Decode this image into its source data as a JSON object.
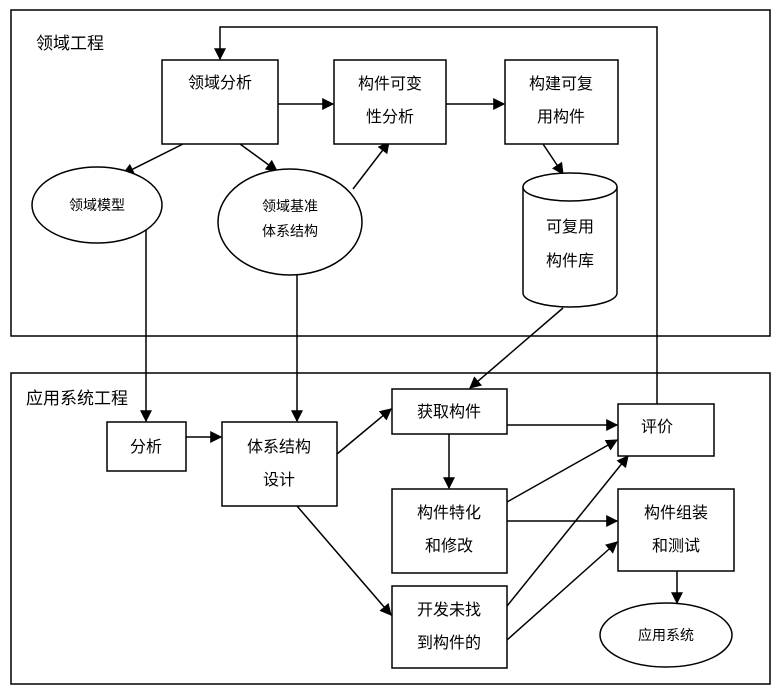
{
  "sections": {
    "domain": {
      "title": "领域工程"
    },
    "application": {
      "title": "应用系统工程"
    }
  },
  "nodes": {
    "domain_analysis": {
      "lines": [
        "领域分析"
      ]
    },
    "variability": {
      "lines": [
        "构件可变",
        "性分析"
      ]
    },
    "build_reusable": {
      "lines": [
        "构建可复",
        "用构件"
      ]
    },
    "domain_model": {
      "lines": [
        "领域模型"
      ]
    },
    "reference_arch": {
      "lines": [
        "领域基准",
        "体系结构"
      ]
    },
    "component_repo": {
      "lines": [
        "可复用",
        "构件库"
      ]
    },
    "analysis": {
      "lines": [
        "分析"
      ]
    },
    "arch_design": {
      "lines": [
        "体系结构",
        "设计"
      ]
    },
    "acquire": {
      "lines": [
        "获取构件"
      ]
    },
    "specialize": {
      "lines": [
        "构件特化",
        "和修改"
      ]
    },
    "develop": {
      "lines": [
        "开发未找",
        "到构件的"
      ]
    },
    "evaluate": {
      "lines": [
        "评价"
      ]
    },
    "assemble": {
      "lines": [
        "构件组装",
        "和测试"
      ]
    },
    "app_system": {
      "lines": [
        "应用系统"
      ]
    }
  },
  "edges": [
    [
      "domain_analysis",
      "variability"
    ],
    [
      "variability",
      "build_reusable"
    ],
    [
      "domain_analysis",
      "domain_model"
    ],
    [
      "domain_analysis",
      "reference_arch"
    ],
    [
      "reference_arch",
      "variability"
    ],
    [
      "build_reusable",
      "component_repo"
    ],
    [
      "domain_model",
      "analysis"
    ],
    [
      "reference_arch",
      "arch_design"
    ],
    [
      "component_repo",
      "acquire"
    ],
    [
      "analysis",
      "arch_design"
    ],
    [
      "arch_design",
      "acquire"
    ],
    [
      "arch_design",
      "develop"
    ],
    [
      "acquire",
      "specialize"
    ],
    [
      "acquire",
      "evaluate"
    ],
    [
      "specialize",
      "evaluate"
    ],
    [
      "specialize",
      "assemble"
    ],
    [
      "develop",
      "evaluate"
    ],
    [
      "develop",
      "assemble"
    ],
    [
      "assemble",
      "app_system"
    ],
    [
      "evaluate",
      "domain_analysis"
    ]
  ]
}
